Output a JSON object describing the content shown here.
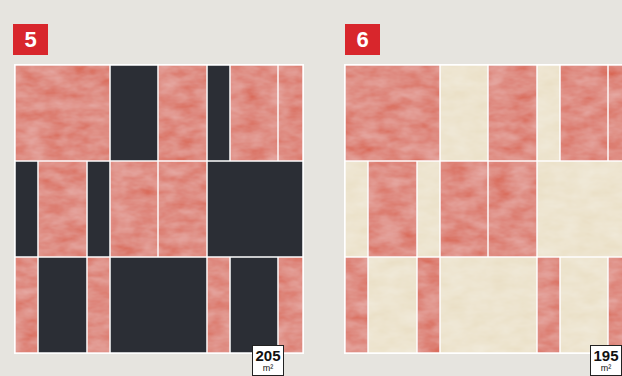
{
  "diagram": {
    "nodes": [
      {
        "text": [
          "5"
        ]
      },
      {
        "text": [
          "6"
        ]
      },
      {
        "text": [
          "205",
          "m²"
        ]
      },
      {
        "text": [
          "195",
          "m²"
        ]
      }
    ]
  }
}
